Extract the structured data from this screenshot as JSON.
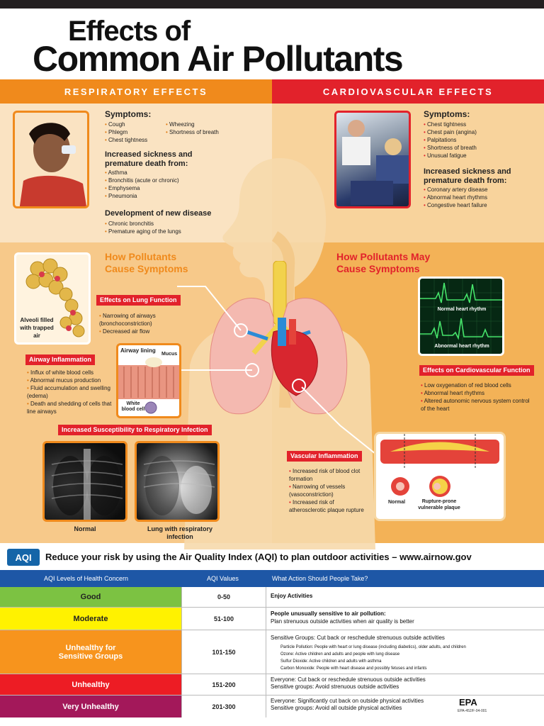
{
  "title": {
    "line1": "Effects of",
    "line2": "Common Air Pollutants"
  },
  "respiratory": {
    "header": "RESPIRATORY EFFECTS",
    "symptoms_title": "Symptoms:",
    "symptoms_col1": [
      "Cough",
      "Phlegm",
      "Chest tightness"
    ],
    "symptoms_col2": [
      "Wheezing",
      "Shortness of breath"
    ],
    "sickness_title": "Increased sickness and premature death from:",
    "sickness": [
      "Asthma",
      "Bronchitis (acute or chronic)",
      "Emphysema",
      "Pneumonia"
    ],
    "disease_title": "Development of new disease",
    "disease": [
      "Chronic bronchitis",
      "Premature aging of the lungs"
    ],
    "how_title": "How Pollutants Cause Symptoms",
    "alveoli_caption": "Alveoli filled with trapped air",
    "lung_function_tag": "Effects on Lung Function",
    "lung_function": [
      "Narrowing of airways (bronchoconstriction)",
      "Decreased air flow"
    ],
    "airway_tag": "Airway Inflammation",
    "airway": [
      "Influx of white blood cells",
      "Abnormal mucus production",
      "Fluid accumulation and swelling (edema)",
      "Death and shedding of cells that line airways"
    ],
    "airway_lining_label": "Airway lining",
    "mucus_label": "Mucus",
    "wbc_label": "White blood cell",
    "infection_tag": "Increased Susceptibility to Respiratory Infection",
    "xray_normal": "Normal",
    "xray_infection": "Lung with respiratory infection"
  },
  "cardio": {
    "header": "CARDIOVASCULAR EFFECTS",
    "symptoms_title": "Symptoms:",
    "symptoms": [
      "Chest tightness",
      "Chest pain (angina)",
      "Palpitations",
      "Shortness of breath",
      "Unusual fatigue"
    ],
    "sickness_title": "Increased sickness and premature death from:",
    "sickness": [
      "Coronary artery disease",
      "Abnormal heart rhythms",
      "Congestive heart failure"
    ],
    "how_title": "How Pollutants May Cause Symptoms",
    "normal_rhythm": "Normal heart rhythm",
    "abnormal_rhythm": "Abnormal heart rhythm",
    "function_tag": "Effects on Cardiovascular Function",
    "function": [
      "Low oxygenation of red blood cells",
      "Abnormal heart rhythms",
      "Altered autonomic nervous system control of the heart"
    ],
    "vascular_tag": "Vascular Inflammation",
    "vascular": [
      "Increased risk of blood clot formation",
      "Narrowing of vessels (vasoconstriction)",
      "Increased risk of atherosclerotic plaque rupture"
    ],
    "vessel_normal": "Normal",
    "vessel_plaque": "Rupture-prone vulnerable plaque"
  },
  "aqi": {
    "logo": "AQI",
    "banner": "Reduce your risk by using the Air Quality Index (AQI) to plan outdoor activities – www.airnow.gov",
    "col1": "AQI Levels of Health Concern",
    "col2": "AQI Values",
    "col3": "What Action Should People Take?",
    "rows": [
      {
        "level": "Good",
        "values": "0-50",
        "color": "#7cc242",
        "action": "Enjoy Activities"
      },
      {
        "level": "Moderate",
        "values": "51-100",
        "color": "#fff200",
        "action": "People unusually sensitive to air pollution:",
        "action2": "Plan strenuous outside activities when air quality is better"
      },
      {
        "level": "Unhealthy for Sensitive Groups",
        "values": "101-150",
        "color": "#f7941d",
        "action": "Sensitive Groups: Cut back or reschedule strenuous outside activities",
        "details": [
          "Particle Pollution: People with heart or lung disease (including diabetics), older adults, and children",
          "Ozone: Active children and adults and people with lung disease",
          "Sulfur Dioxide: Active children and adults with asthma",
          "Carbon Monoxide: People with heart disease and possibly fetuses and infants"
        ]
      },
      {
        "level": "Unhealthy",
        "values": "151-200",
        "color": "#ed1c24",
        "action": "Everyone: Cut back or reschedule strenuous outside activities",
        "action2": "Sensitive groups: Avoid strenuous outside activities"
      },
      {
        "level": "Very Unhealthy",
        "values": "201-300",
        "color": "#a3185a",
        "action": "Everyone: Significantly cut back on outside physical activities",
        "action2": "Sensitive groups: Avoid all outside physical activities"
      }
    ]
  },
  "epa": {
    "logo": "EPA",
    "code": "EPA-452/F-04-001"
  }
}
